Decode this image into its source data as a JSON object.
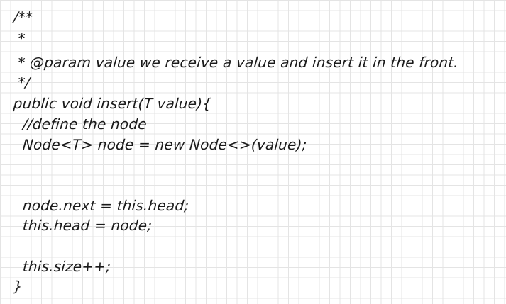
{
  "document": {
    "lines": [
      "/**",
      " *",
      " * @param value we receive a value and insert it in the front.",
      " */",
      "public void insert(T value){",
      "  //define the node",
      "  Node<T> node = new Node<>(value);",
      "  node.next = this.head;",
      "  this.head = node;",
      "  this.size++;",
      "}"
    ]
  }
}
